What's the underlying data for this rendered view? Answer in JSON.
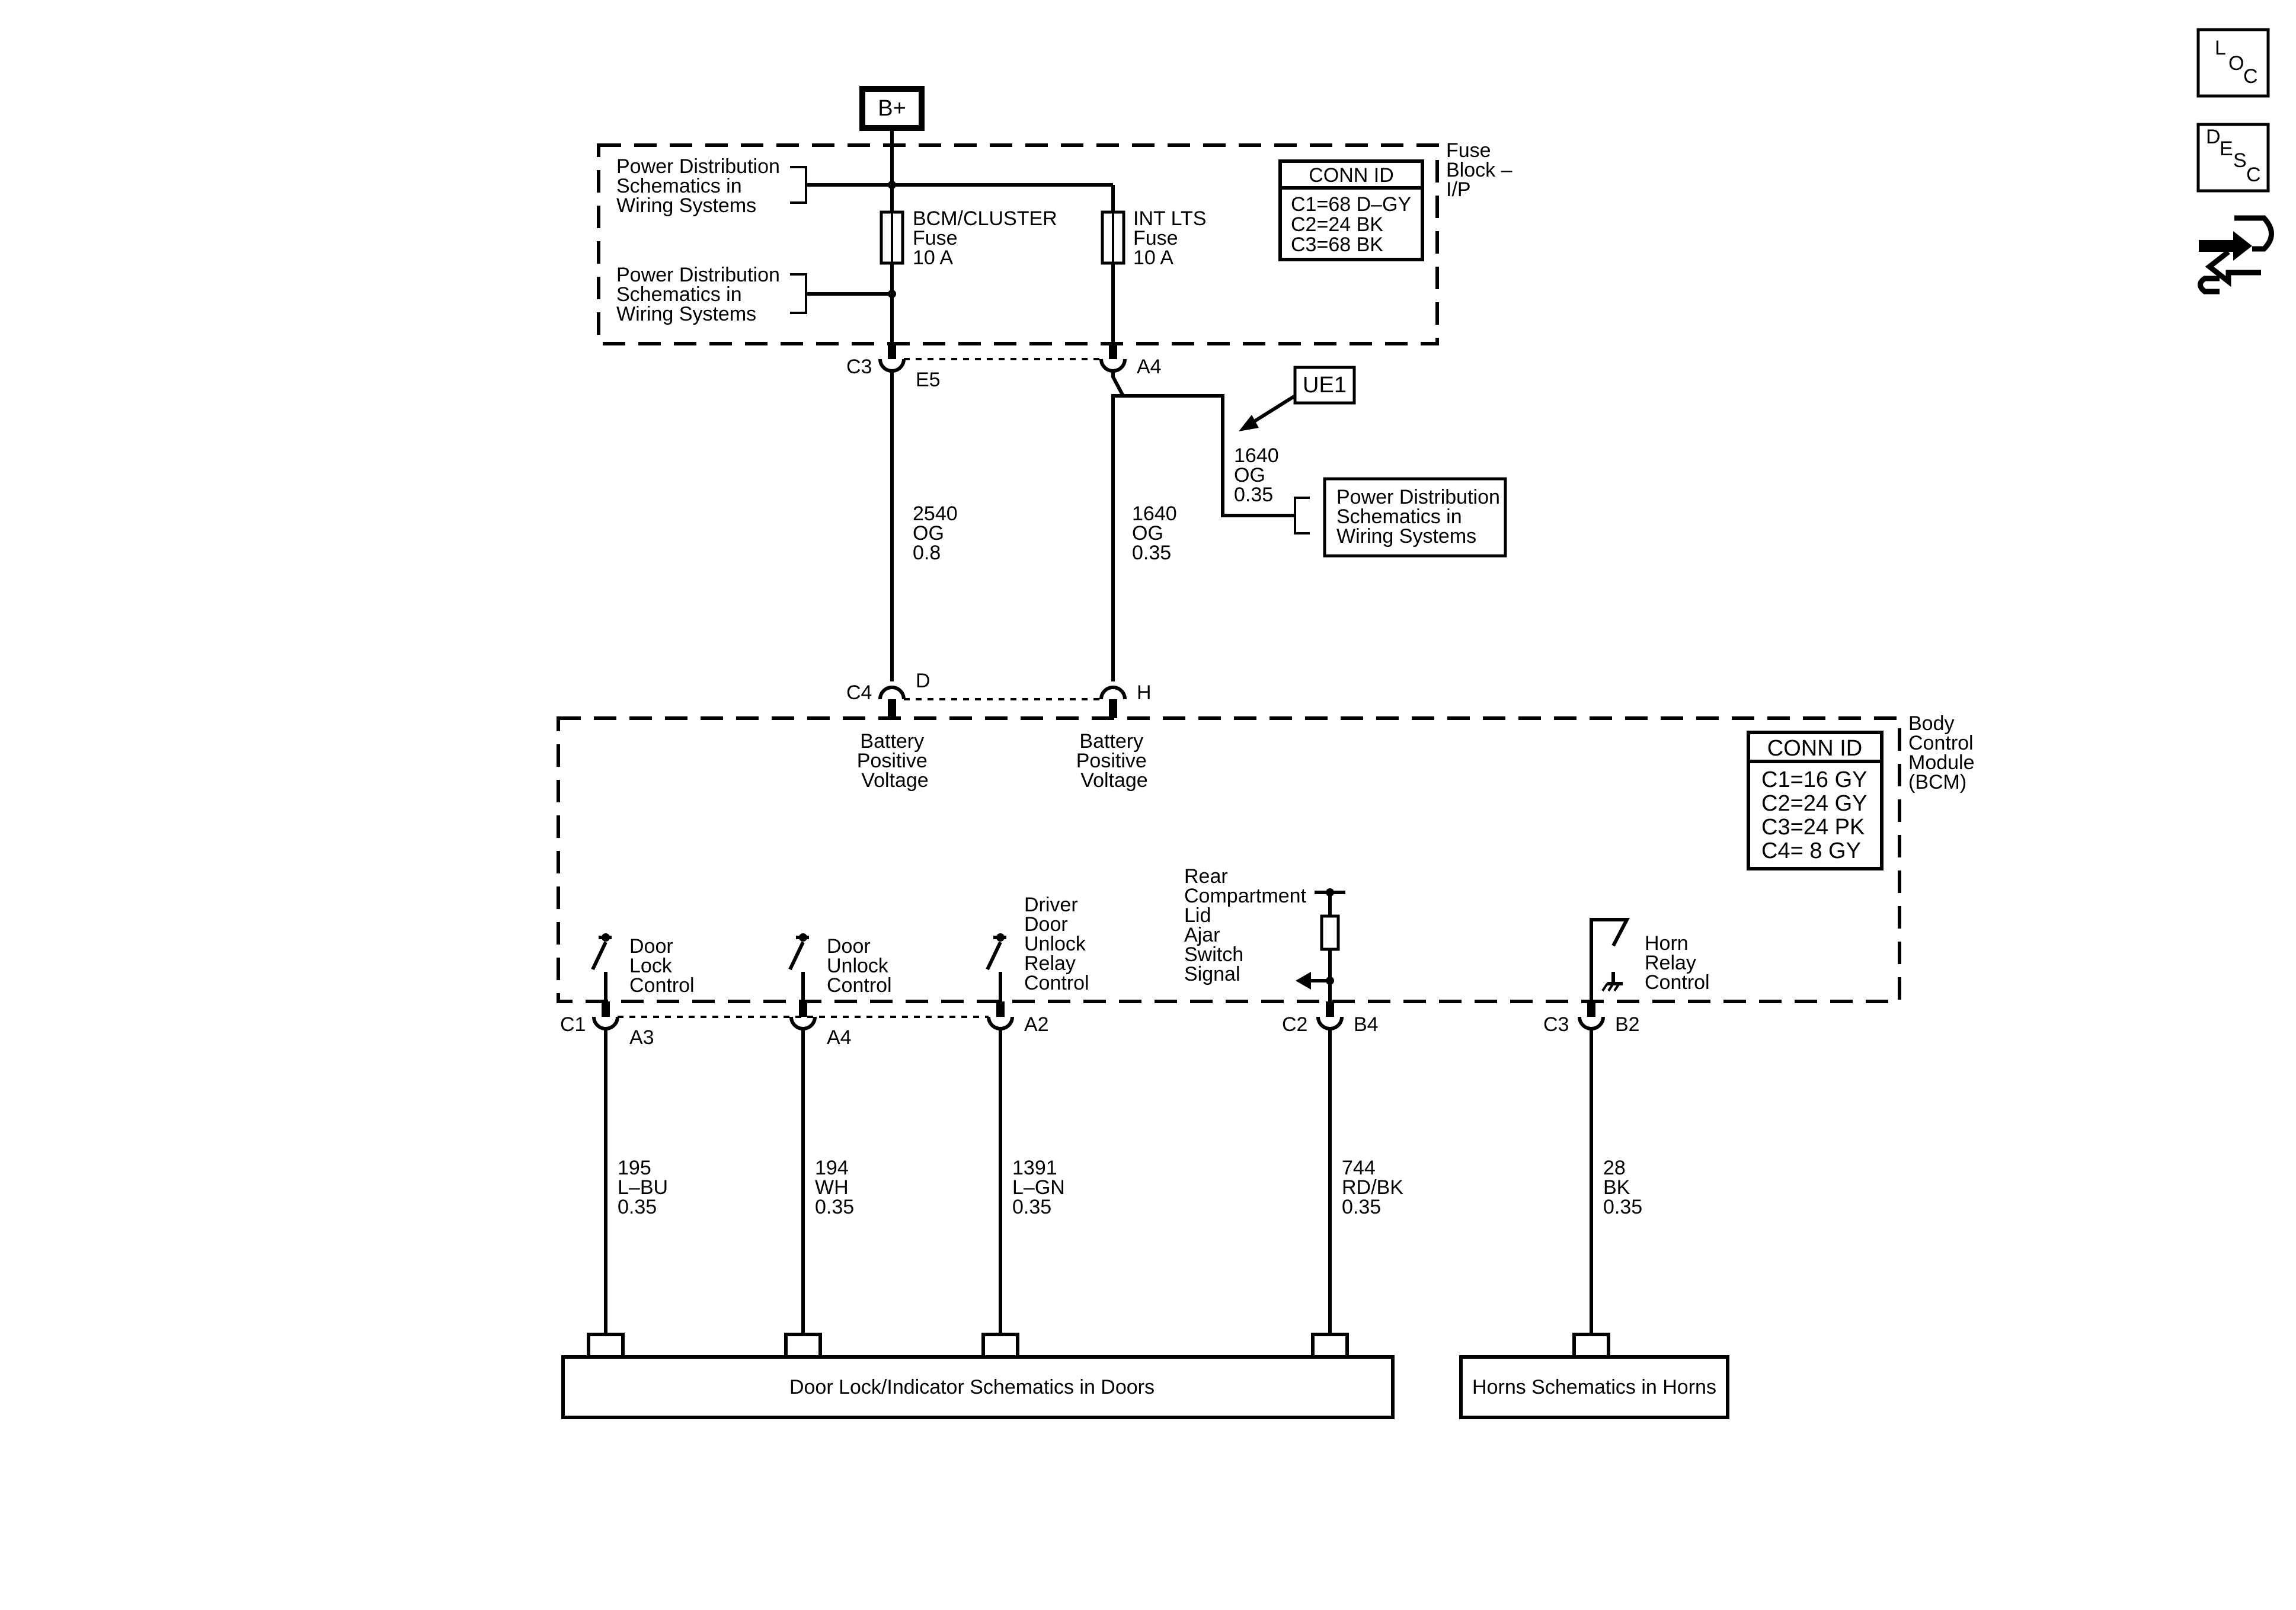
{
  "supply": {
    "label": "B+"
  },
  "fuse_block": {
    "title_lines": [
      "Fuse",
      "Block –",
      "I/P"
    ],
    "conn_id": {
      "header": "CONN ID",
      "rows": [
        "C1=68 D–GY",
        "C2=24 BK",
        "C3=68 BK"
      ]
    },
    "ref_top": [
      "Power Distribution",
      "Schematics in",
      "Wiring Systems"
    ],
    "ref_mid": [
      "Power Distribution",
      "Schematics in",
      "Wiring Systems"
    ],
    "fuses": [
      {
        "lines": [
          "BCM/CLUSTER",
          "Fuse",
          "10 A"
        ]
      },
      {
        "lines": [
          "INT LTS",
          "Fuse",
          "10 A"
        ]
      }
    ],
    "connector_left": {
      "conn": "C3",
      "pin": "E5"
    },
    "connector_right": {
      "pin": "A4"
    }
  },
  "ue1": {
    "label": "UE1"
  },
  "branch_wire": {
    "lines": [
      "1640",
      "OG",
      "0.35"
    ]
  },
  "ref_right": [
    "Power Distribution",
    "Schematics in",
    "Wiring Systems"
  ],
  "upper_wires": [
    {
      "lines": [
        "2540",
        "OG",
        "0.8"
      ]
    },
    {
      "lines": [
        "1640",
        "OG",
        "0.35"
      ]
    }
  ],
  "bcm": {
    "title_lines": [
      "Body",
      "Control",
      "Module",
      "(BCM)"
    ],
    "conn_id": {
      "header": "CONN ID",
      "rows": [
        "C1=16 GY",
        "C2=24 GY",
        "C3=24 PK",
        "C4=  8 GY"
      ]
    },
    "top_connector": {
      "conn": "C4",
      "pin_left": "D",
      "pin_right": "H"
    },
    "inputs": [
      {
        "lines": [
          "Battery",
          "Positive",
          "Voltage"
        ]
      },
      {
        "lines": [
          "Battery",
          "Positive",
          "Voltage"
        ]
      }
    ],
    "circuits": [
      {
        "lines": [
          "Door",
          "Lock",
          "Control"
        ],
        "conn": "C1",
        "pin": "A3",
        "wire": [
          "195",
          "L–BU",
          "0.35"
        ]
      },
      {
        "lines": [
          "Door",
          "Unlock",
          "Control"
        ],
        "conn": "",
        "pin": "A4",
        "wire": [
          "194",
          "WH",
          "0.35"
        ]
      },
      {
        "lines": [
          "Driver",
          "Door",
          "Unlock",
          "Relay",
          "Control"
        ],
        "conn": "",
        "pin": "A2",
        "wire": [
          "1391",
          "L–GN",
          "0.35"
        ]
      },
      {
        "lines": [
          "Rear",
          "Compartment",
          "Lid",
          "Ajar",
          "Switch",
          "Signal"
        ],
        "conn": "C2",
        "pin": "B4",
        "wire": [
          "744",
          "RD/BK",
          "0.35"
        ]
      },
      {
        "lines": [
          "Horn",
          "Relay",
          "Control"
        ],
        "conn": "C3",
        "pin": "B2",
        "wire": [
          "28",
          "BK",
          "0.35"
        ]
      }
    ]
  },
  "destinations": [
    {
      "label": "Door Lock/Indicator Schematics in Doors"
    },
    {
      "label": "Horns Schematics in Horns"
    }
  ],
  "side_icons": {
    "loc": {
      "letters": [
        "L",
        "O",
        "C"
      ],
      "icon": "location-icon"
    },
    "desc": {
      "letters": [
        "D",
        "E",
        "S",
        "C"
      ],
      "icon": "description-icon"
    },
    "connector": {
      "icon": "connector-tool-icon"
    }
  }
}
